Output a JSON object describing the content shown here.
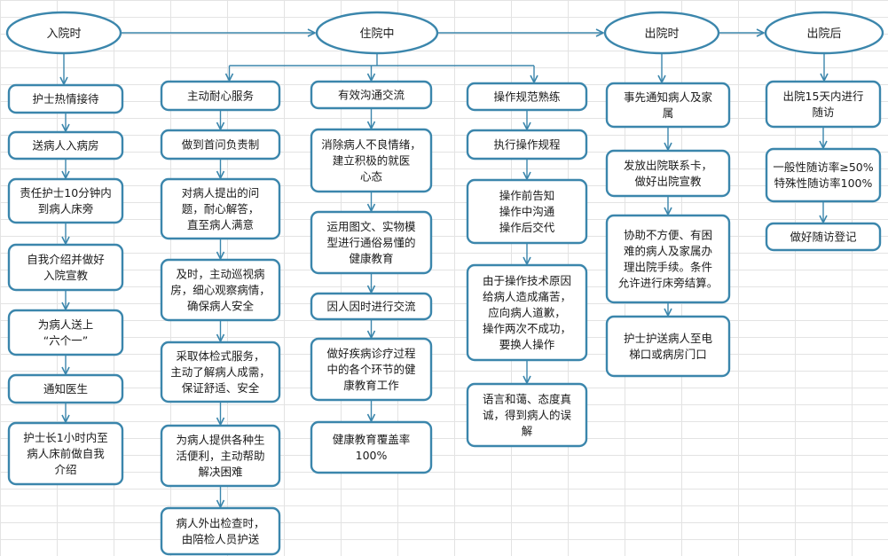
{
  "colors": {
    "stroke": "#3b86ac",
    "fill": "#ffffff",
    "text": "#1a1a1a"
  },
  "phases": [
    {
      "id": "admission",
      "label": "入院时"
    },
    {
      "id": "inpatient",
      "label": "住院中"
    },
    {
      "id": "discharge",
      "label": "出院时"
    },
    {
      "id": "after",
      "label": "出院后"
    }
  ],
  "columns": [
    {
      "id": "c1",
      "boxes": [
        [
          "护士热情接待"
        ],
        [
          "送病人入病房"
        ],
        [
          "责任护士10分钟内",
          "到病人床旁"
        ],
        [
          "自我介绍并做好",
          "入院宣教"
        ],
        [
          "为病人送上",
          "“六个一”"
        ],
        [
          "通知医生"
        ],
        [
          "护士长1小时内至",
          "病人床前做自我",
          "介绍"
        ]
      ]
    },
    {
      "id": "c2",
      "boxes": [
        [
          "主动耐心服务"
        ],
        [
          "做到首问负责制"
        ],
        [
          "对病人提出的问",
          "题，耐心解答，",
          "直至病人满意"
        ],
        [
          "及时，主动巡视病",
          "房，细心观察病情，",
          "确保病人安全"
        ],
        [
          "采取体检式服务，",
          "主动了解病人成需，",
          "保证舒适、安全"
        ],
        [
          "为病人提供各种生",
          "活便利，主动帮助",
          "解决困难"
        ],
        [
          "病人外出检查时，",
          "由陪检人员护送"
        ]
      ]
    },
    {
      "id": "c3",
      "boxes": [
        [
          "有效沟通交流"
        ],
        [
          "消除病人不良情绪，",
          "建立积极的就医",
          "心态"
        ],
        [
          "运用图文、实物模",
          "型进行通俗易懂的",
          "健康教育"
        ],
        [
          "因人因时进行交流"
        ],
        [
          "做好疾病诊疗过程",
          "中的各个环节的健",
          "康教育工作"
        ],
        [
          "健康教育覆盖率",
          "100%"
        ]
      ]
    },
    {
      "id": "c4",
      "boxes": [
        [
          "操作规范熟练"
        ],
        [
          "执行操作规程"
        ],
        [
          "操作前告知",
          "操作中沟通",
          "操作后交代"
        ],
        [
          "由于操作技术原因",
          "给病人造成痛苦，",
          "应向病人道歉，",
          "操作两次不成功，",
          "要换人操作"
        ],
        [
          "语言和蔼、态度真",
          "诚，得到病人的误",
          "解"
        ]
      ]
    },
    {
      "id": "c5",
      "boxes": [
        [
          "事先通知病人及家",
          "属"
        ],
        [
          "发放出院联系卡，",
          "做好出院宣教"
        ],
        [
          "协助不方便、有困",
          "难的病人及家属办",
          "理出院手续。条件",
          "允许进行床旁结算。"
        ],
        [
          "护士护送病人至电",
          "梯口或病房门口"
        ]
      ]
    },
    {
      "id": "c6",
      "boxes": [
        [
          "出院15天内进行",
          "随访"
        ],
        [
          "一般性随访率≥50%",
          "特殊性随访率100%"
        ],
        [
          "做好随访登记"
        ]
      ]
    }
  ]
}
